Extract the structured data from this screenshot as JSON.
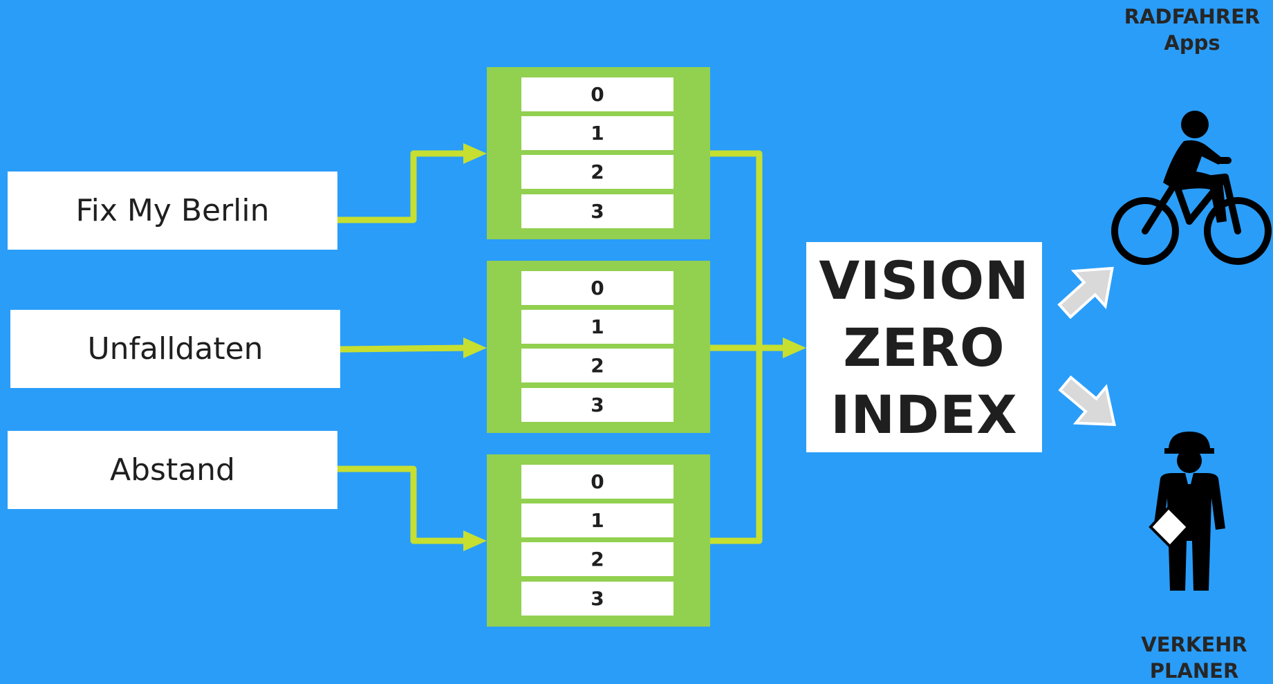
{
  "sources": [
    {
      "label": "Fix My Berlin"
    },
    {
      "label": "Unfalldaten"
    },
    {
      "label": "Abstand"
    }
  ],
  "scale_blocks": [
    {
      "levels": [
        "0",
        "1",
        "2",
        "3"
      ]
    },
    {
      "levels": [
        "0",
        "1",
        "2",
        "3"
      ]
    },
    {
      "levels": [
        "0",
        "1",
        "2",
        "3"
      ]
    }
  ],
  "index": {
    "lines": [
      "VISION",
      "ZERO",
      "INDEX"
    ]
  },
  "outputs": {
    "cyclists": {
      "line1": "RADFAHRER",
      "line2": "Apps",
      "icon": "cyclist-icon"
    },
    "planners": {
      "line1": "VERKEHR",
      "line2": "PLANER",
      "icon": "traffic-planner-icon"
    }
  },
  "colors": {
    "background": "#2a9df9",
    "block": "#92d050",
    "connector": "#c6df30",
    "output_arrow": "#d9d9d9"
  }
}
